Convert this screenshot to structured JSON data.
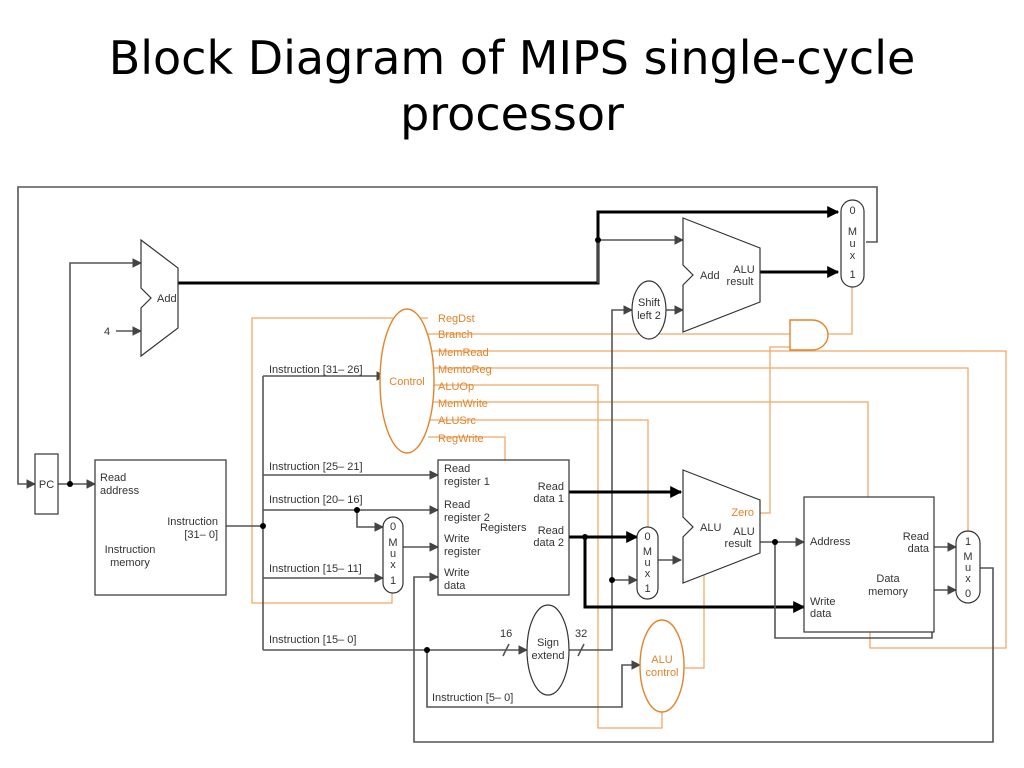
{
  "title": {
    "line1": "Block Diagram of MIPS single-cycle",
    "line2": "processor"
  },
  "blocks": {
    "pc": "PC",
    "adder_pc": "Add",
    "const_four": "4",
    "imem_read_address_1": "Read",
    "imem_read_address_2": "address",
    "imem_instruction_1": "Instruction",
    "imem_instruction_2": "[31– 0]",
    "imem_name_1": "Instruction",
    "imem_name_2": "memory",
    "control": "Control",
    "shift_1": "Shift",
    "shift_2": "left 2",
    "adder_branch": "Add",
    "alu_result_1": "ALU",
    "alu_result_2": "result",
    "mux_top": [
      "0",
      "M",
      "u",
      "x",
      "1"
    ],
    "reg_read1_1": "Read",
    "reg_read1_2": "register 1",
    "reg_read2_1": "Read",
    "reg_read2_2": "register 2",
    "reg_write_1": "Write",
    "reg_write_2": "register",
    "reg_wdata_1": "Write",
    "reg_wdata_2": "data",
    "registers": "Registers",
    "reg_rdata1_1": "Read",
    "reg_rdata1_2": "data 1",
    "reg_rdata2_1": "Read",
    "reg_rdata2_2": "data 2",
    "mux_regdst": [
      "0",
      "M",
      "u",
      "x",
      "1"
    ],
    "mux_alusrc": [
      "0",
      "M",
      "u",
      "x",
      "1"
    ],
    "mux_memtoreg": [
      "1",
      "M",
      "u",
      "x",
      "0"
    ],
    "alu": "ALU",
    "alu_zero": "Zero",
    "alu_res_1": "ALU",
    "alu_res_2": "result",
    "dmem_address": "Address",
    "dmem_read_1": "Read",
    "dmem_read_2": "data",
    "dmem_write_1": "Write",
    "dmem_write_2": "data",
    "dmem_name_1": "Data",
    "dmem_name_2": "memory",
    "sign_1": "Sign",
    "sign_2": "extend",
    "bits_16": "16",
    "bits_32": "32",
    "alu_control_1": "ALU",
    "alu_control_2": "control"
  },
  "instruction_fields": {
    "f31_26": "Instruction [31– 26]",
    "f25_21": "Instruction [25– 21]",
    "f20_16": "Instruction [20– 16]",
    "f15_11": "Instruction [15– 11]",
    "f15_0": "Instruction [15– 0]",
    "f5_0": "Instruction [5– 0]"
  },
  "control_signals": [
    "RegDst",
    "Branch",
    "MemRead",
    "MemtoReg",
    "ALUOp",
    "MemWrite",
    "ALUSrc",
    "RegWrite"
  ],
  "colors": {
    "control": "#e2832a",
    "control_wire": "#f0a868",
    "datapath": "#555555",
    "bold_path": "#000000"
  }
}
